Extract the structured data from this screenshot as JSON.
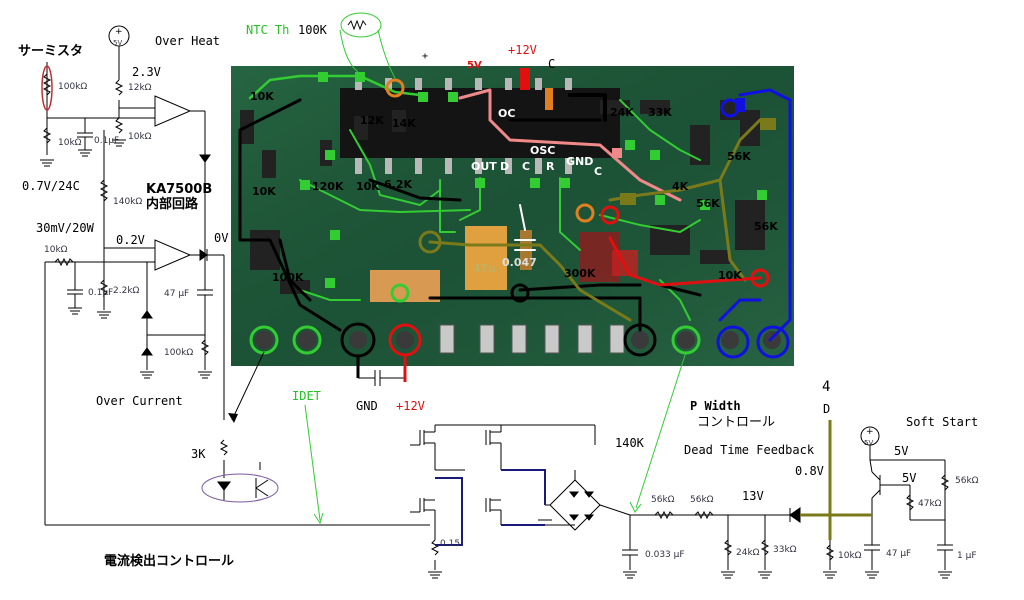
{
  "labels": {
    "thermistor_jp": "サーミスタ",
    "over_heat": "Over Heat",
    "ntc": "NTC Th",
    "ntc_val": "100K",
    "plus12_top": "+12V",
    "plus_sign": "+",
    "c_top": "C",
    "v23": "2.3V",
    "r12k": "12kΩ",
    "r100k_th": "100kΩ",
    "r10k_a": "10kΩ",
    "c01": "0.1μF",
    "r10k_b": "10kΩ",
    "v07": "0.7V/24C",
    "ka7500b": "KA7500B",
    "internal": "内部回路",
    "r140k": "140kΩ",
    "mv30": "30mV/20W",
    "v02": "0.2V",
    "v0": "0V",
    "r10k_c": "10kΩ",
    "c01b": "0.1μF",
    "r2k2": "2.2kΩ",
    "c47": "47 μF",
    "r100k_b": "100kΩ",
    "over_current": "Over Current",
    "idet": "IDET",
    "gnd": "GND",
    "plus12_bot": "+12V",
    "r3k": "3K",
    "current_ctrl": "電流検出コントロール",
    "r015": "0.15!",
    "r140k_b": "140K",
    "p_width": "P  Width",
    "control_jp": "コントロール",
    "dead_time": "Dead Time Feedback",
    "r56k_a": "56kΩ",
    "r56k_b": "56kΩ",
    "v13": "13V",
    "c0033": "0.033 μF",
    "r24k": "24kΩ",
    "r33k": "33kΩ",
    "num4": "4",
    "d": "D",
    "v08": "0.8V",
    "soft_start": "Soft Start",
    "v5a": "5V",
    "v5b": "5V",
    "r56k_c": "56kΩ",
    "r47k": "47kΩ",
    "r10k_d": "10kΩ",
    "c47b": "47 μF",
    "c1u": "1 μF",
    "vcc5": "5V"
  },
  "pcb": {
    "r10k_1": "10K",
    "r12k": "12K",
    "r14k": "14K",
    "oc": "OC",
    "r24k": "24K",
    "r33k": "33K",
    "r120k": "120K",
    "r10k_2": "10K",
    "r62": "6.2K",
    "out": "OUT",
    "d": "D",
    "osc": "OSC",
    "c": "C",
    "r": "R",
    "gnd": "GND",
    "c2": "C",
    "r56k_1": "56K",
    "r4k": "4K",
    "r56k_2": "56K",
    "r56k_3": "56K",
    "r10k_3": "10K",
    "r100k": "100K",
    "c47u": "47u",
    "c0047": "0.047",
    "r300k": "300K",
    "r10k_4": "10K",
    "label_5v": "5V"
  },
  "colors": {
    "pcb_base": "#1f5a3a",
    "trace_green": "#33cc33",
    "trace_olive": "#7a7a1a",
    "trace_pink": "#f08a8a",
    "trace_red": "#e01010",
    "trace_blue": "#1010e0"
  }
}
